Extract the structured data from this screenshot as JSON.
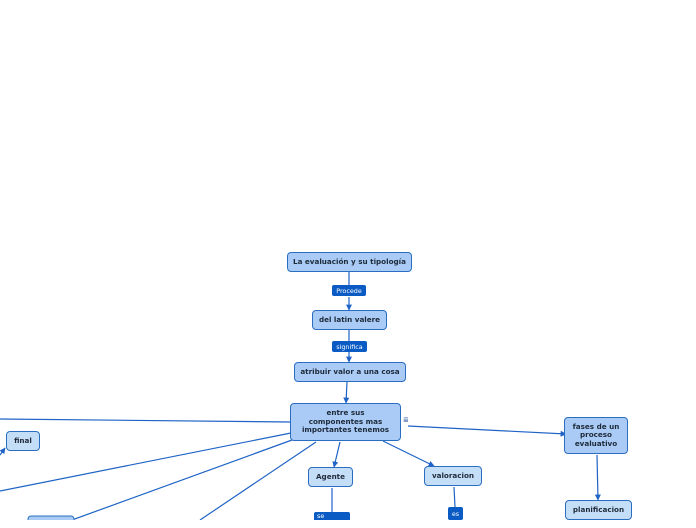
{
  "nodes": {
    "root": "La evaluación y su tipología",
    "origen": "del latin valere",
    "definicion": "atribuir valor a una cosa",
    "componentes": "entre sus componentes mas importantes tenemos",
    "agente": "Agente",
    "valoracion": "valoracion",
    "fases": "fases de un proceso evaluativo",
    "planificacion": "planificacion",
    "final": "final"
  },
  "links": {
    "procede": "Procede",
    "significa": "significa",
    "se_refiere": "se refiere",
    "es": "es"
  },
  "colors": {
    "node_fill": "#a9cbf5",
    "node_border": "#2a6ec2",
    "link_label": "#0b5bc4",
    "connector": "#1f63c6"
  },
  "icons": {
    "note": "note-icon"
  }
}
